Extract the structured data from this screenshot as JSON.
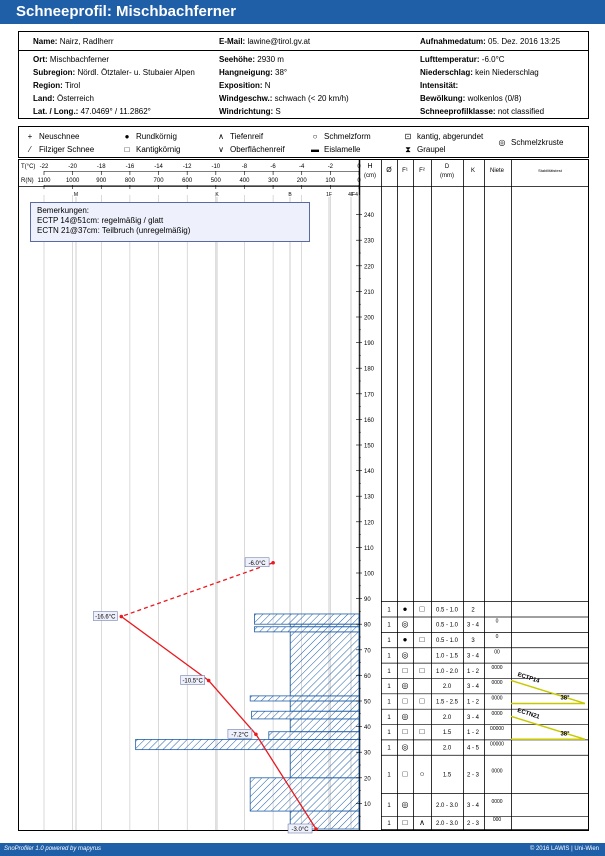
{
  "title": "Schneeprofil: Mischbachferner",
  "footer": {
    "left": "SnoProfiler 1.0 powered by mapyrus",
    "right": "© 2016 LAWIS | Uni-Wien"
  },
  "header": {
    "name_label": "Name:",
    "name": "Nairz, Radlherr",
    "email_label": "E-Mail:",
    "email": "lawine@tirol.gv.at",
    "date_label": "Aufnahmedatum:",
    "date": "05. Dez. 2016 13:25",
    "ort_label": "Ort:",
    "ort": "Mischbachferner",
    "subregion_label": "Subregion:",
    "subregion": "Nördl. Ötztaler- u. Stubaier Alpen",
    "region_label": "Region:",
    "region": "Tirol",
    "land_label": "Land:",
    "land": "Österreich",
    "latlong_label": "Lat. / Long.:",
    "latlong": "47.0469° / 11.2862°",
    "seehoehe_label": "Seehöhe:",
    "seehoehe": "2930 m",
    "hangneigung_label": "Hangneigung:",
    "hangneigung": "38°",
    "exposition_label": "Exposition:",
    "exposition": "N",
    "windgeschw_label": "Windgeschw.:",
    "windgeschw": "schwach (< 20 km/h)",
    "windrichtung_label": "Windrichtung:",
    "windrichtung": "S",
    "lufttemp_label": "Lufttemperatur:",
    "lufttemp": "-6.0°C",
    "niederschlag_label": "Niederschlag:",
    "niederschlag": "kein Niederschlag",
    "intensitaet_label": "Intensität:",
    "intensitaet": "",
    "bewoelkung_label": "Bewölkung:",
    "bewoelkung": "wolkenlos (0/8)",
    "klasse_label": "Schneeprofilklasse:",
    "klasse": "not classified"
  },
  "legend": [
    {
      "symbol": "+",
      "label": "Neuschnee"
    },
    {
      "symbol": "⁄",
      "label": "Filziger Schnee"
    },
    {
      "symbol": "●",
      "label": "Rundkörnig"
    },
    {
      "symbol": "□",
      "label": "Kantigkörnig"
    },
    {
      "symbol": "∧",
      "label": "Tiefenreif"
    },
    {
      "symbol": "∨",
      "label": "Oberflächenreif"
    },
    {
      "symbol": "○",
      "label": "Schmelzform"
    },
    {
      "symbol": "▬",
      "label": "Eislamelle"
    },
    {
      "symbol": "⊡",
      "label": "kantig, abgerundet"
    },
    {
      "symbol": "⧗",
      "label": "Graupel"
    },
    {
      "symbol": "◎",
      "label": "Schmelzkruste"
    }
  ],
  "remarks": {
    "title": "Bemerkungen:",
    "lines": [
      "ECTP 14@51cm: regelmäßig / glatt",
      "ECTN 21@37cm: Teilbruch (unregelmäßig)"
    ]
  },
  "axes": {
    "t_label": "T(°C)",
    "t_ticks": [
      "-22",
      "-20",
      "-18",
      "-16",
      "-14",
      "-12",
      "-10",
      "-8",
      "-6",
      "-4",
      "-2",
      "0"
    ],
    "r_label": "R(N)",
    "r_ticks": [
      "1100",
      "1000",
      "900",
      "800",
      "700",
      "600",
      "500",
      "400",
      "300",
      "200",
      "100",
      "0"
    ],
    "hand_ticks": [
      "M",
      "K",
      "B",
      "1F",
      "4F",
      "F4"
    ],
    "h_label": "H (cm)",
    "h_ticks": [
      "240",
      "230",
      "220",
      "210",
      "200",
      "190",
      "180",
      "170",
      "160",
      "150",
      "140",
      "130",
      "120",
      "110",
      "100",
      "90",
      "80",
      "70",
      "60",
      "50",
      "40",
      "30",
      "20",
      "10"
    ]
  },
  "table_headers": {
    "oe": "Ø",
    "f1": "F¹",
    "f2": "F²",
    "d": "D (mm)",
    "k": "K",
    "niete": "Niete",
    "stab": "Stabilitätstest"
  },
  "chart_data": {
    "type": "line",
    "ylabel": "H (cm)",
    "ylim": [
      0,
      248
    ],
    "temperature": {
      "xlabel": "T(°C)",
      "xlim": [
        -22,
        0
      ],
      "points": [
        {
          "h": 104,
          "t": -6.0,
          "label": "-6.0°C"
        },
        {
          "h": 83,
          "t": -16.6,
          "label": "-16.6°C"
        },
        {
          "h": 58,
          "t": -10.5,
          "label": "-10.5°C"
        },
        {
          "h": 37,
          "t": -7.2,
          "label": "-7.2°C"
        },
        {
          "h": 0,
          "t": -3.0,
          "label": "-3.0°C"
        }
      ],
      "dashed_segment": [
        0,
        1
      ],
      "color": "#e8191f"
    },
    "ramsonde": {
      "xlabel": "R(N)",
      "xlim": [
        1100,
        0
      ],
      "profile": [
        {
          "h_top": 84,
          "h_bottom": 80,
          "r": 365
        },
        {
          "h_top": 80,
          "h_bottom": 79,
          "r": 240
        },
        {
          "h_top": 79,
          "h_bottom": 77,
          "r": 365
        },
        {
          "h_top": 77,
          "h_bottom": 52,
          "r": 240
        },
        {
          "h_top": 52,
          "h_bottom": 50,
          "r": 380
        },
        {
          "h_top": 50,
          "h_bottom": 46,
          "r": 240
        },
        {
          "h_top": 46,
          "h_bottom": 43,
          "r": 375
        },
        {
          "h_top": 43,
          "h_bottom": 38,
          "r": 240
        },
        {
          "h_top": 38,
          "h_bottom": 35,
          "r": 315
        },
        {
          "h_top": 35,
          "h_bottom": 31,
          "r": 780
        },
        {
          "h_top": 31,
          "h_bottom": 20,
          "r": 240
        },
        {
          "h_top": 20,
          "h_bottom": 7,
          "r": 380
        },
        {
          "h_top": 7,
          "h_bottom": 0,
          "r": 240
        }
      ]
    },
    "layers": [
      {
        "h_top": 89,
        "h_bottom": 83,
        "oe": "1",
        "f1": "●",
        "f2": "□",
        "d": "0.5 - 1.0",
        "k": "2",
        "niete": ""
      },
      {
        "h_top": 83,
        "h_bottom": 77,
        "oe": "1",
        "f1": "◎",
        "f2": "",
        "d": "0.5 - 1.0",
        "k": "3 - 4",
        "niete": "0"
      },
      {
        "h_top": 77,
        "h_bottom": 71,
        "oe": "1",
        "f1": "●",
        "f2": "□",
        "d": "0.5 - 1.0",
        "k": "3",
        "niete": "0"
      },
      {
        "h_top": 71,
        "h_bottom": 65,
        "oe": "1",
        "f1": "◎",
        "f2": "",
        "d": "1.0 - 1.5",
        "k": "3 - 4",
        "niete": "00"
      },
      {
        "h_top": 65,
        "h_bottom": 59,
        "oe": "1",
        "f1": "□",
        "f2": "□",
        "d": "1.0 - 2.0",
        "k": "1 - 2",
        "niete": "0000"
      },
      {
        "h_top": 59,
        "h_bottom": 53,
        "oe": "1",
        "f1": "◎",
        "f2": "",
        "d": "2.0",
        "k": "3 - 4",
        "niete": "0000"
      },
      {
        "h_top": 53,
        "h_bottom": 47,
        "oe": "1",
        "f1": "□",
        "f2": "□",
        "d": "1.5 - 2.5",
        "k": "1 - 2",
        "niete": "0000"
      },
      {
        "h_top": 47,
        "h_bottom": 41,
        "oe": "1",
        "f1": "◎",
        "f2": "",
        "d": "2.0",
        "k": "3 - 4",
        "niete": "0000"
      },
      {
        "h_top": 41,
        "h_bottom": 35,
        "oe": "1",
        "f1": "□",
        "f2": "□",
        "d": "1.5",
        "k": "1 - 2",
        "niete": "00000"
      },
      {
        "h_top": 35,
        "h_bottom": 29,
        "oe": "1",
        "f1": "◎",
        "f2": "",
        "d": "2.0",
        "k": "4 - 5",
        "niete": "00000"
      },
      {
        "h_top": 29,
        "h_bottom": 14,
        "oe": "1",
        "f1": "□",
        "f2": "○",
        "d": "1.5",
        "k": "2 - 3",
        "niete": "0000"
      },
      {
        "h_top": 14,
        "h_bottom": 5,
        "oe": "1",
        "f1": "◎",
        "f2": "",
        "d": "2.0 - 3.0",
        "k": "3 - 4",
        "niete": "0000"
      },
      {
        "h_top": 5,
        "h_bottom": 0,
        "oe": "1",
        "f1": "□",
        "f2": "∧",
        "d": "2.0 - 3.0",
        "k": "2 - 3",
        "niete": "000"
      }
    ],
    "stability_tests": [
      {
        "label": "ECTP14",
        "h": 51,
        "angle": "38°"
      },
      {
        "label": "ECTN21",
        "h": 37,
        "angle": "38°"
      }
    ]
  }
}
